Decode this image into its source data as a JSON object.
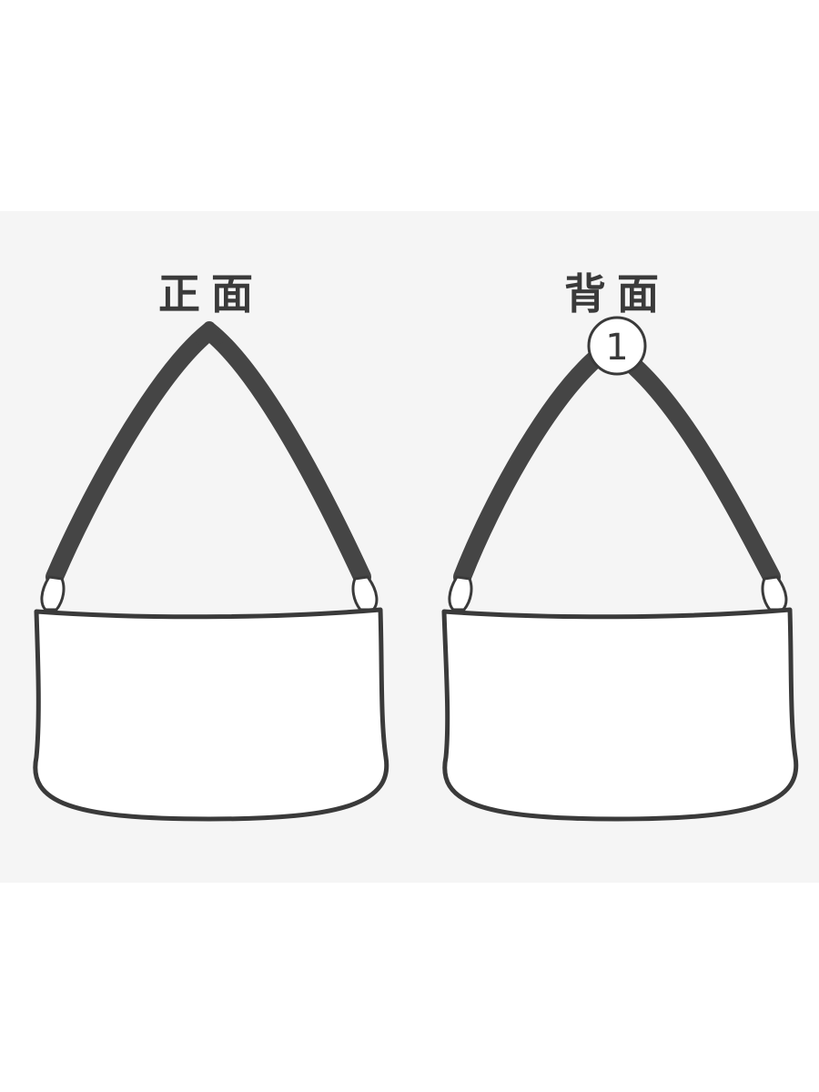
{
  "views": {
    "front": {
      "label": "正面"
    },
    "back": {
      "label": "背面",
      "marker": "1"
    }
  },
  "colors": {
    "panel_background": "#f5f5f5",
    "outline": "#3a3a3a",
    "strap": "#454545",
    "bag_fill": "#ffffff"
  }
}
